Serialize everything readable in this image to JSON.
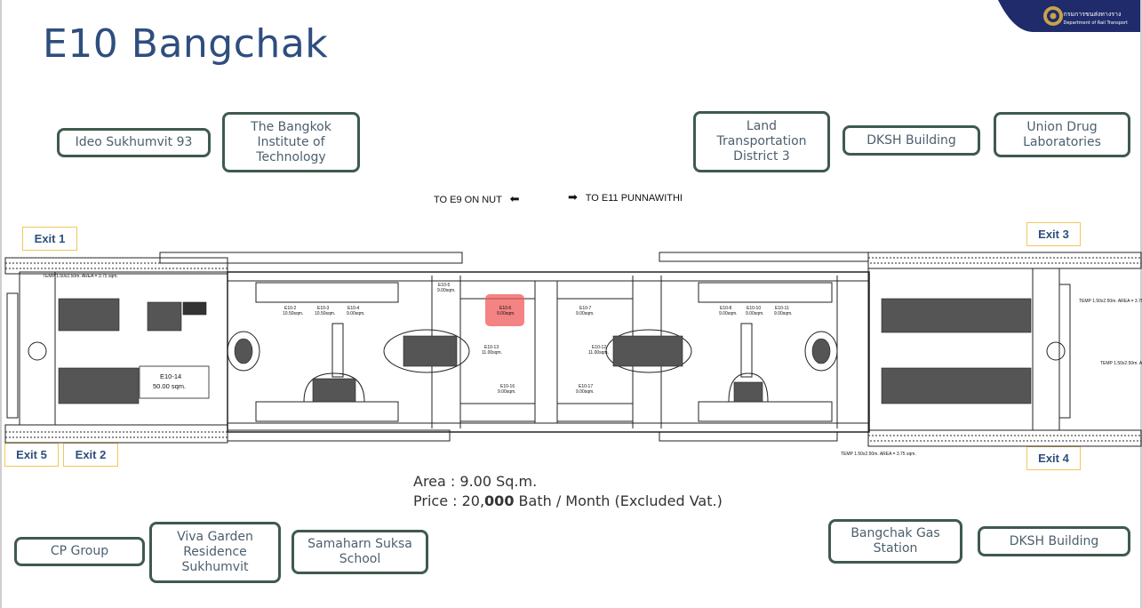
{
  "page": {
    "title": "E10 Bangchak"
  },
  "logo": {
    "thai_name": "กรมการขนส่งทางราง",
    "eng_name": "Department of Rail Transport"
  },
  "landmarks_top": [
    {
      "id": "ideo",
      "label": "Ideo Sukhumvit 93"
    },
    {
      "id": "bangkok-institute",
      "label": "The Bangkok Institute of Technology"
    },
    {
      "id": "land-transport",
      "label": "Land Transportation District 3"
    },
    {
      "id": "dksh-top",
      "label": "DKSH Building"
    },
    {
      "id": "union-drug",
      "label": "Union Drug Laboratories"
    }
  ],
  "landmarks_bottom": [
    {
      "id": "cp-group",
      "label": "CP Group"
    },
    {
      "id": "viva-garden",
      "label": "Viva Garden Residence Sukhumvit"
    },
    {
      "id": "samaharn",
      "label": "Samaharn Suksa School"
    },
    {
      "id": "gas-station",
      "label": "Bangchak Gas Station"
    },
    {
      "id": "dksh-bottom",
      "label": "DKSH Building"
    }
  ],
  "directions": {
    "west": "TO E9 ON NUT",
    "east": "TO E11 PUNNAWITHI"
  },
  "exits": {
    "exit1": "Exit 1",
    "exit2": "Exit 2",
    "exit3": "Exit 3",
    "exit4": "Exit 4",
    "exit5": "Exit 5"
  },
  "info": {
    "area_label": "Area",
    "area_sep": " : ",
    "area_value": "9.00 Sq.m.",
    "price_label": "Price",
    "price_sep": " : ",
    "price_prefix": "20,",
    "price_bold": "000",
    "price_unit": " Bath / Month (Excluded Vat.)"
  },
  "plan": {
    "highlight_unit": "E10-6",
    "units": [
      {
        "code": "E10-2",
        "area": "10.50sqm."
      },
      {
        "code": "E10-3",
        "area": "10.50sqm."
      },
      {
        "code": "E10-4",
        "area": "9.00sqm."
      },
      {
        "code": "E10-5",
        "area": "9.00sqm."
      },
      {
        "code": "E10-6",
        "area": "9.00sqm."
      },
      {
        "code": "E10-7",
        "area": "9.00sqm."
      },
      {
        "code": "E10-8",
        "area": "9.00sqm."
      },
      {
        "code": "E10-10",
        "area": "9.00sqm."
      },
      {
        "code": "E10-11",
        "area": "9.00sqm."
      },
      {
        "code": "E10-13",
        "area": "11.00sqm."
      },
      {
        "code": "E10-12",
        "area": "11.00sqm."
      },
      {
        "code": "E10-16",
        "area": "9.00sqm."
      },
      {
        "code": "E10-17",
        "area": "9.00sqm."
      },
      {
        "code": "E10-14",
        "area": "50.00 sqm."
      }
    ],
    "temp_note": "TEMP 1.50x2.50m. AREA = 3.75 sqm."
  }
}
